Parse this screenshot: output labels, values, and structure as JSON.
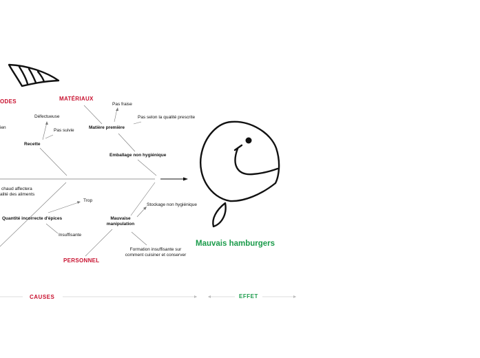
{
  "categories": {
    "methodes": "ODES",
    "materiaux": "MATÉRIAUX",
    "personnel": "PERSONNEL"
  },
  "causes": {
    "recette": "Recette",
    "defectueuse": "Défectueuse",
    "pas_suivie": "Pas suivie",
    "bien": "ien",
    "matiere_premiere": "Matière première",
    "pas_fraise": "Pas fraise",
    "pas_selon_qualite": "Pas selon la qualité prescrite",
    "emballage": "Emballage non hygiénique",
    "chaud_line1": "chaud affectera",
    "chaud_line2": "alité des aliments",
    "quantite_epices": "Quantité incorrecte d'épices",
    "trop": "Trop",
    "insuffisante": "Insuffisante",
    "mauvaise_line1": "Mauvaise",
    "mauvaise_line2": "manipulation",
    "stockage": "Stockage non hygiénique",
    "formation_line1": "Formation insuffisante sur",
    "formation_line2": "comment cuisiner et conserver"
  },
  "effect": {
    "title": "Mauvais hamburgers"
  },
  "footer": {
    "causes": "CAUSES",
    "effet": "EFFET"
  },
  "colors": {
    "category": "#c8102e",
    "effect": "#1a9b4a",
    "lines": "#555555",
    "fish": "#111111"
  }
}
